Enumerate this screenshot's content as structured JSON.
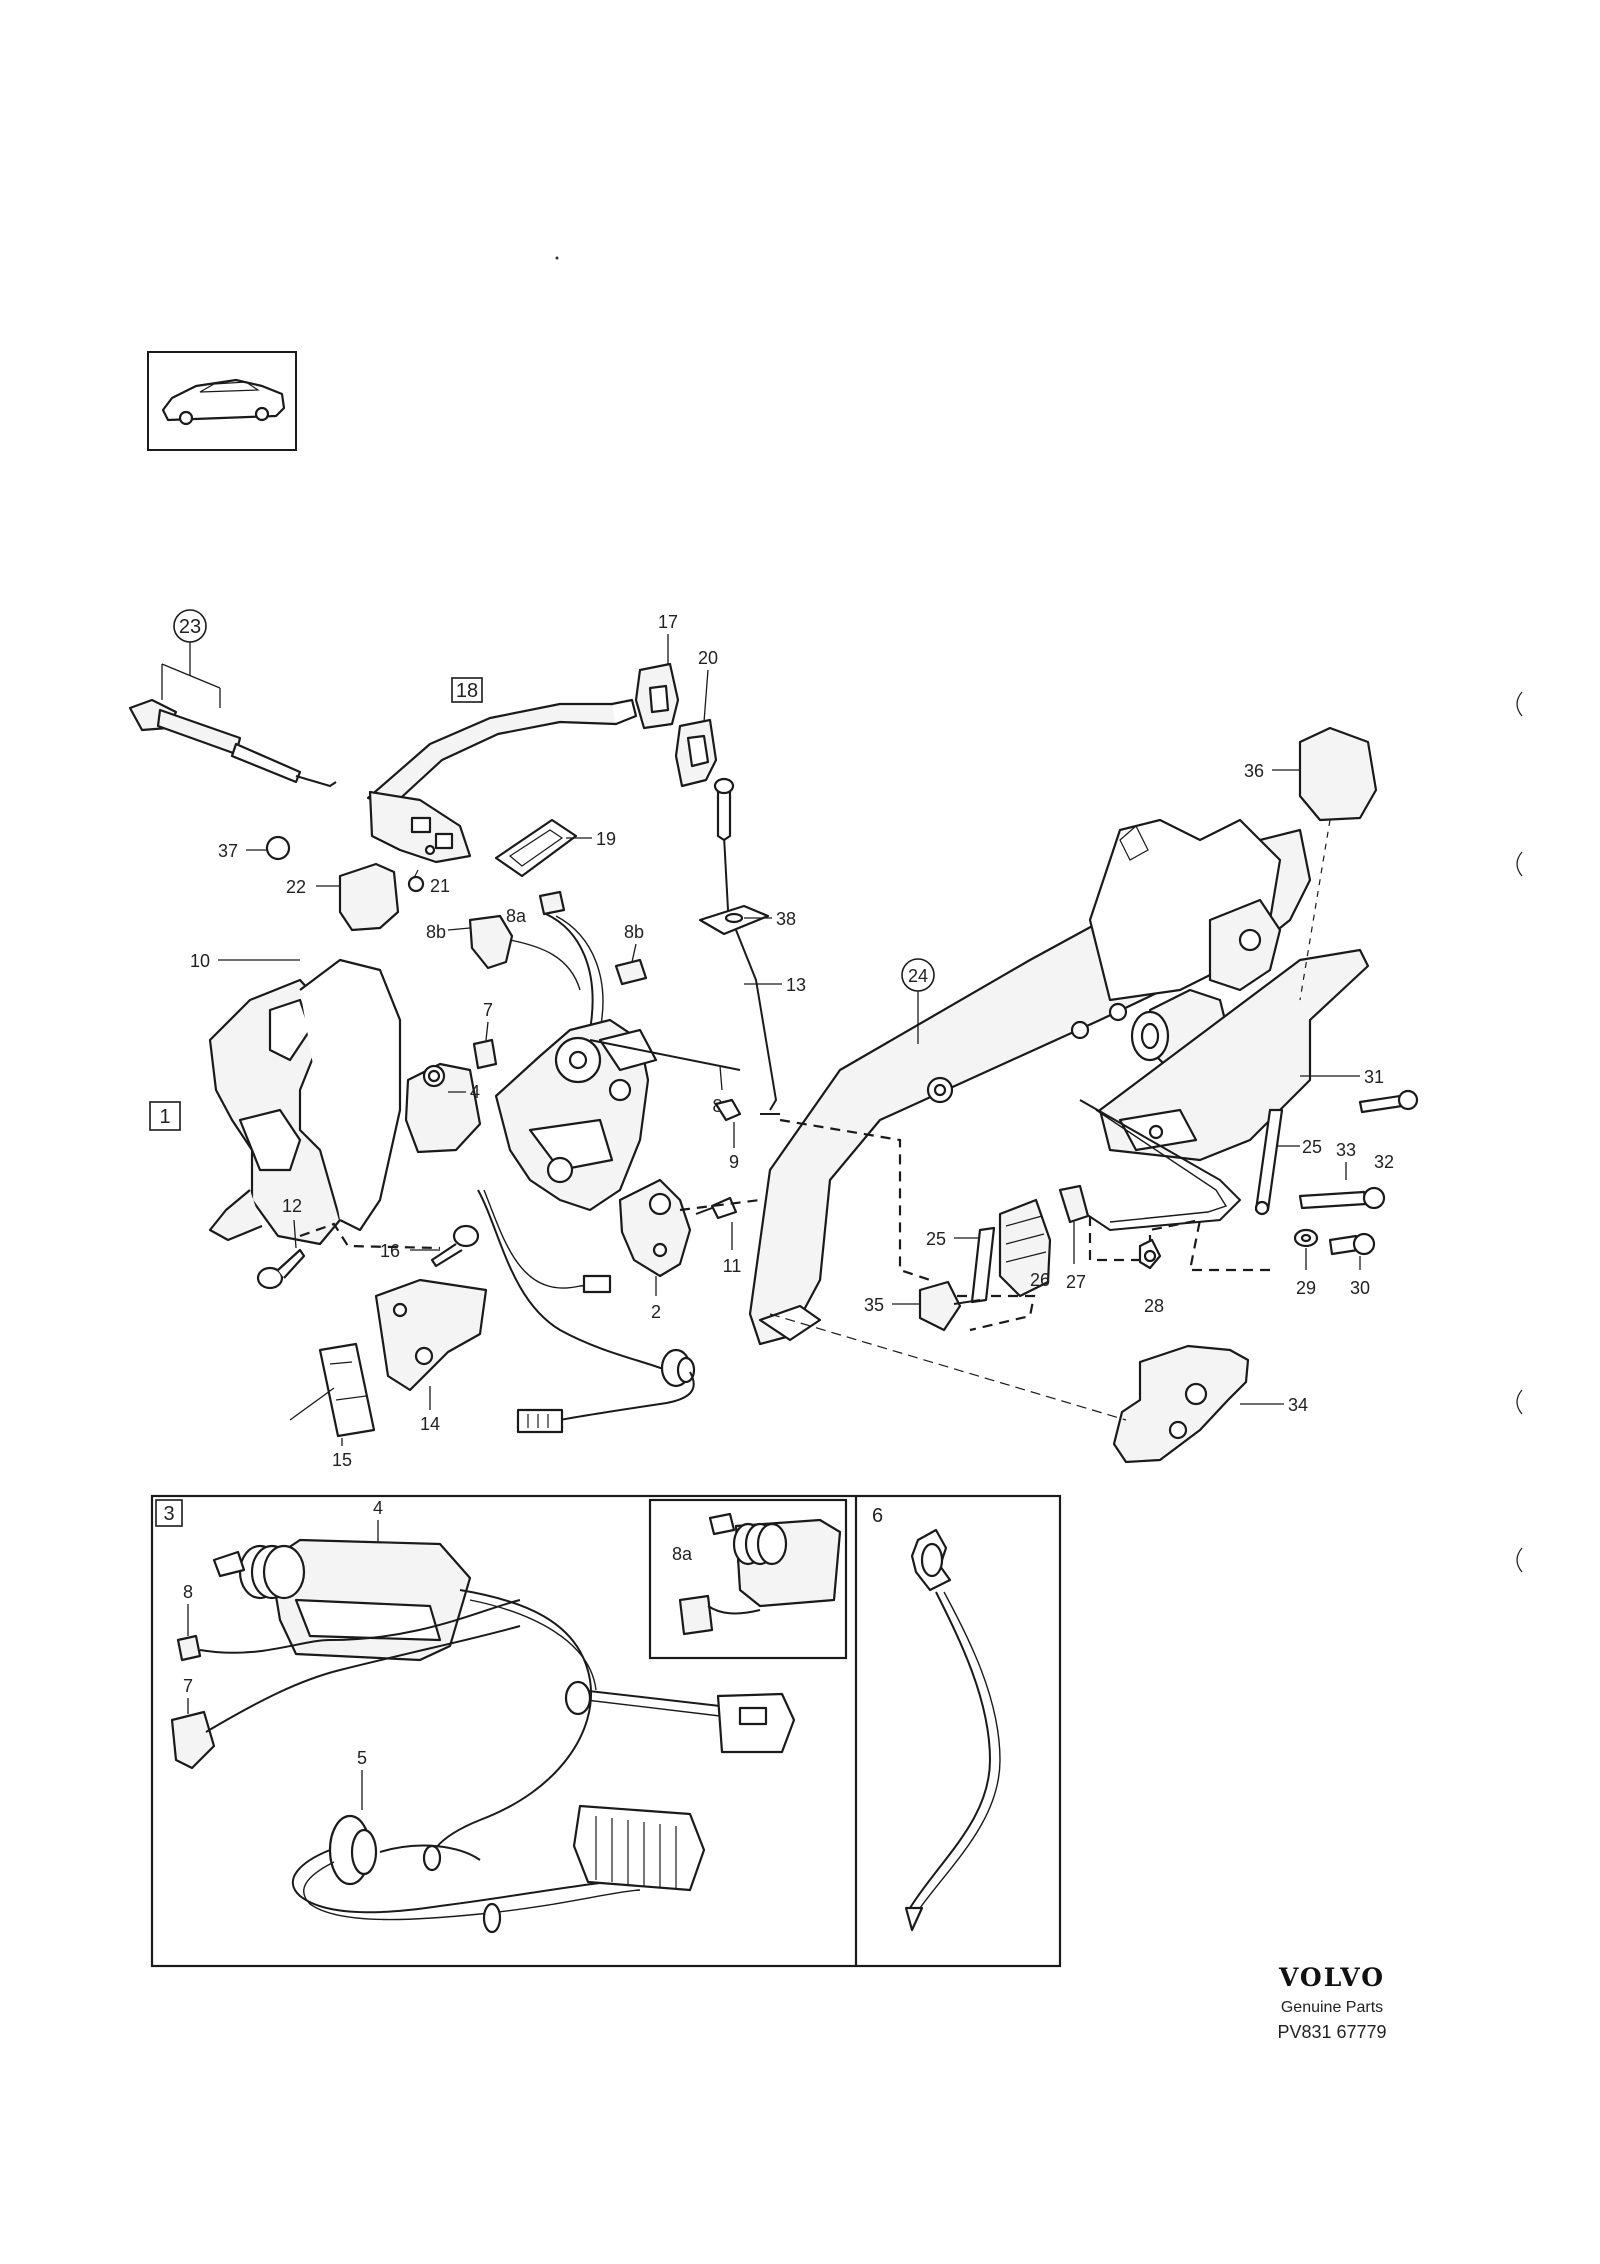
{
  "callouts": {
    "c1": "1",
    "c2": "2",
    "c3": "3",
    "c4": "4",
    "c4b": "4",
    "c5": "5",
    "c6": "6",
    "c7": "7",
    "c7b": "7",
    "c8": "8",
    "c8a": "8a",
    "c8a_inset": "8a",
    "c8b_left": "8b",
    "c8b_right": "8b",
    "c8c": "8c",
    "c9": "9",
    "c10": "10",
    "c11": "11",
    "c12": "12",
    "c13": "13",
    "c14": "14",
    "c15": "15",
    "c16": "16",
    "c17": "17",
    "c18": "18",
    "c19": "19",
    "c20": "20",
    "c21": "21",
    "c22": "22",
    "c23": "23",
    "c24": "24",
    "c25a": "25",
    "c25b": "25",
    "c26": "26",
    "c27": "27",
    "c28": "28",
    "c29": "29",
    "c30": "30",
    "c31": "31",
    "c32": "32",
    "c33": "33",
    "c34": "34",
    "c35": "35",
    "c36": "36",
    "c37": "37",
    "c38": "38"
  },
  "brand": {
    "name": "VOLVO",
    "tagline": "Genuine Parts",
    "code": "PV831 67779"
  },
  "icons": {
    "car_thumbnail": "sedan-car-icon"
  }
}
